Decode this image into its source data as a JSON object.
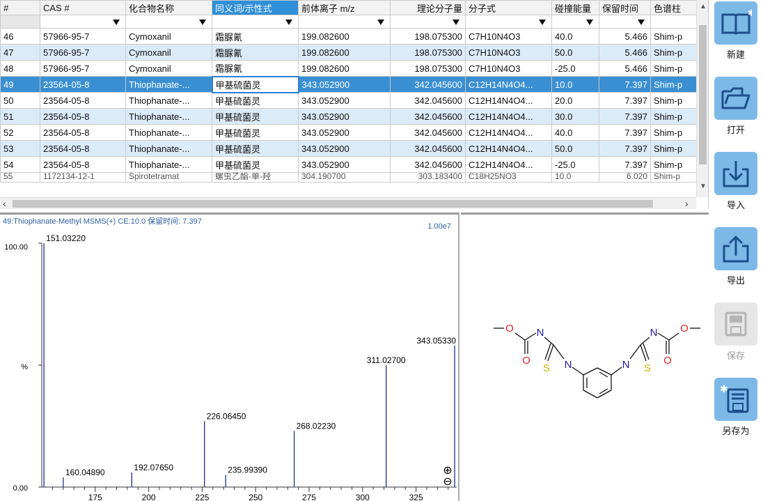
{
  "table": {
    "columns": [
      "#",
      "CAS #",
      "化合物名称",
      "同义词/示性式",
      "前体离子 m/z",
      "理论分子量",
      "分子式",
      "碰撞能量",
      "保留时间",
      "色谱柱"
    ],
    "active_column_index": 3,
    "rows": [
      {
        "n": "46",
        "cas": "57966-95-7",
        "name": "Cymoxanil",
        "synonym": "霜脲氰",
        "mz": "199.082600",
        "mw": "198.075300",
        "formula": "C7H10N4O3",
        "ce": "40.0",
        "rt": "5.466",
        "col": "Shim-p"
      },
      {
        "n": "47",
        "cas": "57966-95-7",
        "name": "Cymoxanil",
        "synonym": "霜脲氰",
        "mz": "199.082600",
        "mw": "198.075300",
        "formula": "C7H10N4O3",
        "ce": "50.0",
        "rt": "5.466",
        "col": "Shim-p"
      },
      {
        "n": "48",
        "cas": "57966-95-7",
        "name": "Cymoxanil",
        "synonym": "霜脲氰",
        "mz": "199.082600",
        "mw": "198.075300",
        "formula": "C7H10N4O3",
        "ce": "-25.0",
        "rt": "5.466",
        "col": "Shim-p"
      },
      {
        "n": "49",
        "cas": "23564-05-8",
        "name": "Thiophanate-...",
        "synonym": "甲基硫菌灵",
        "mz": "343.052900",
        "mw": "342.045600",
        "formula": "C12H14N4O4...",
        "ce": "10.0",
        "rt": "7.397",
        "col": "Shim-p"
      },
      {
        "n": "50",
        "cas": "23564-05-8",
        "name": "Thiophanate-...",
        "synonym": "甲基硫菌灵",
        "mz": "343.052900",
        "mw": "342.045600",
        "formula": "C12H14N4O4...",
        "ce": "20.0",
        "rt": "7.397",
        "col": "Shim-p"
      },
      {
        "n": "51",
        "cas": "23564-05-8",
        "name": "Thiophanate-...",
        "synonym": "甲基硫菌灵",
        "mz": "343.052900",
        "mw": "342.045600",
        "formula": "C12H14N4O4...",
        "ce": "30.0",
        "rt": "7.397",
        "col": "Shim-p"
      },
      {
        "n": "52",
        "cas": "23564-05-8",
        "name": "Thiophanate-...",
        "synonym": "甲基硫菌灵",
        "mz": "343.052900",
        "mw": "342.045600",
        "formula": "C12H14N4O4...",
        "ce": "40.0",
        "rt": "7.397",
        "col": "Shim-p"
      },
      {
        "n": "53",
        "cas": "23564-05-8",
        "name": "Thiophanate-...",
        "synonym": "甲基硫菌灵",
        "mz": "343.052900",
        "mw": "342.045600",
        "formula": "C12H14N4O4...",
        "ce": "50.0",
        "rt": "7.397",
        "col": "Shim-p"
      },
      {
        "n": "54",
        "cas": "23564-05-8",
        "name": "Thiophanate-...",
        "synonym": "甲基硫菌灵",
        "mz": "343.052900",
        "mw": "342.045600",
        "formula": "C12H14N4O4...",
        "ce": "-25.0",
        "rt": "7.397",
        "col": "Shim-p"
      }
    ],
    "partial_row": {
      "n": "55",
      "cas": "1172134-12-1",
      "name": "Spirotetramat",
      "synonym": "螺虫乙酯-单-羟",
      "mz": "304.190700",
      "mw": "303.183400",
      "formula": "C18H25NO3",
      "ce": "10.0",
      "rt": "6.020",
      "col": "Shim-p"
    },
    "selected_row_index": 3
  },
  "spectrum": {
    "header": "49:Thiophanate-Methyl MSMS(+) CE:10.0 保留时间: 7.397",
    "scale": "1.00e7",
    "y_top_label": "100.00",
    "y_mid_label": "%",
    "y_bottom_label": "0.00",
    "zoom_in": "⊕",
    "zoom_out": "⊖"
  },
  "chart_data": {
    "type": "bar",
    "title": "49:Thiophanate-Methyl MSMS(+) CE:10.0 保留时间: 7.397",
    "xlabel": "",
    "ylabel": "%",
    "xlim": [
      150,
      344
    ],
    "ylim": [
      0,
      100
    ],
    "xticks": [
      175,
      200,
      225,
      250,
      275,
      300,
      325
    ],
    "peaks": [
      {
        "mz": 151.0322,
        "label": "151.03220",
        "intensity": 100
      },
      {
        "mz": 160.0489,
        "label": "160.04890",
        "intensity": 4
      },
      {
        "mz": 192.0765,
        "label": "192.07650",
        "intensity": 6
      },
      {
        "mz": 226.0645,
        "label": "226.06450",
        "intensity": 27
      },
      {
        "mz": 235.9939,
        "label": "235.99390",
        "intensity": 5
      },
      {
        "mz": 268.0223,
        "label": "268.02230",
        "intensity": 23
      },
      {
        "mz": 311.027,
        "label": "311.02700",
        "intensity": 50
      },
      {
        "mz": 343.0533,
        "label": "343.05330",
        "intensity": 58
      }
    ]
  },
  "structure": {
    "atoms": {
      "o1": "O",
      "o2": "O",
      "n1": "N",
      "n2": "N",
      "s1": "S",
      "o3": "O",
      "o4": "O",
      "n3": "N",
      "n4": "N",
      "s2": "S"
    },
    "colors": {
      "oxygen": "#e02020",
      "nitrogen": "#1a1aaa",
      "sulfur": "#c8b400",
      "bond": "#111111"
    }
  },
  "toolbar": {
    "new": "新建",
    "open": "打开",
    "import": "导入",
    "export": "导出",
    "save": "保存",
    "save_as": "另存为",
    "accent": "#7db9e7"
  }
}
